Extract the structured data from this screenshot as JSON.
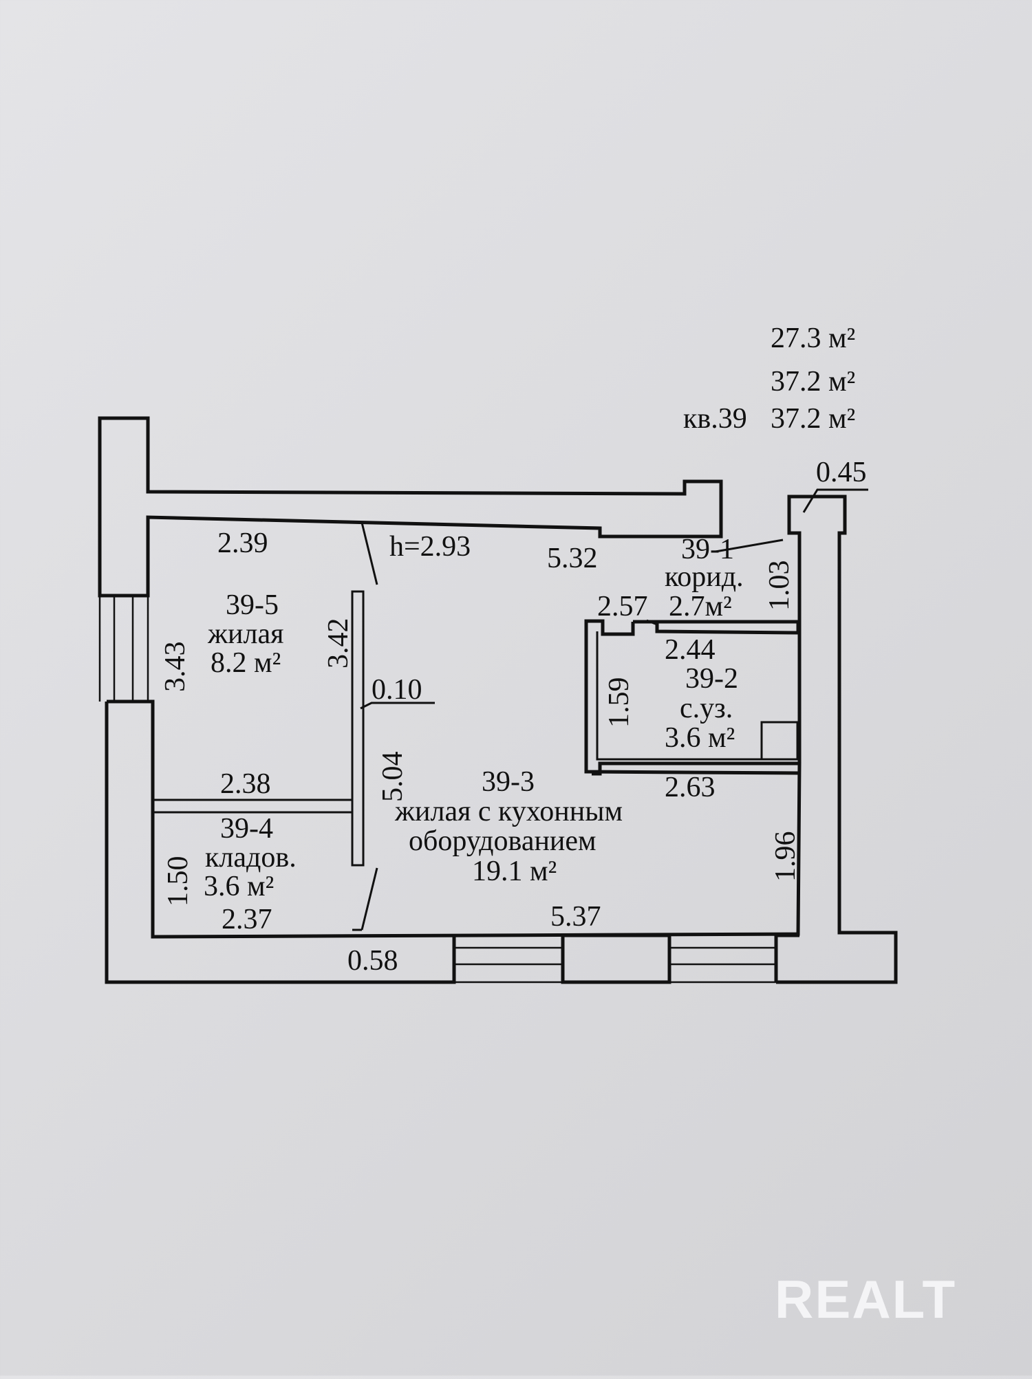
{
  "totals": {
    "living_area": "27.3 м²",
    "total_area": "37.2 м²",
    "apartment_label": "кв.39",
    "apartment_area": "37.2 м²"
  },
  "rooms": {
    "r1": {
      "id": "39-1",
      "name": "корид.",
      "area": "2.7м²"
    },
    "r2": {
      "id": "39-2",
      "name": "с.уз.",
      "area": "3.6 м²"
    },
    "r3": {
      "id": "39-3",
      "name_line1": "жилая с кухонным",
      "name_line2": "оборудованием",
      "area": "19.1 м²"
    },
    "r4": {
      "id": "39-4",
      "name": "кладов.",
      "area": "3.6 м²"
    },
    "r5": {
      "id": "39-5",
      "name": "жилая",
      "area": "8.2 м²"
    }
  },
  "ceiling_height": "h=2.93",
  "dimensions": {
    "d_2_39": "2.39",
    "d_5_32": "5.32",
    "d_0_45": "0.45",
    "d_1_03": "1.03",
    "d_2_57": "2.57",
    "d_2_44": "2.44",
    "d_1_59": "1.59",
    "d_3_43": "3.43",
    "d_3_42": "3.42",
    "d_0_10": "0.10",
    "d_5_04": "5.04",
    "d_2_38": "2.38",
    "d_2_63": "2.63",
    "d_1_96": "1.96",
    "d_1_50": "1.50",
    "d_2_37": "2.37",
    "d_5_37": "5.37",
    "d_0_58": "0.58"
  },
  "watermark": "REALT"
}
